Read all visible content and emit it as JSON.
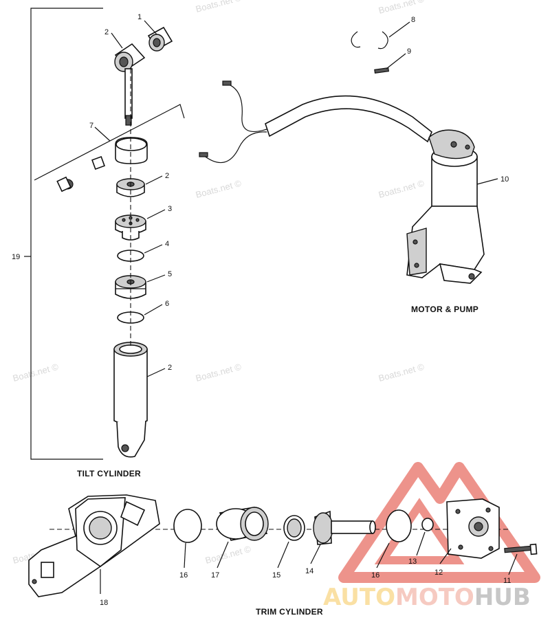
{
  "watermark_text": "Boats.net ©",
  "section_labels": {
    "tilt": "TILT CYLINDER",
    "motor": "MOTOR & PUMP",
    "trim": "TRIM CYLINDER"
  },
  "callouts": {
    "c1": "1",
    "c2a": "2",
    "c7": "7",
    "c2b": "2",
    "c3": "3",
    "c4": "4",
    "c5": "5",
    "c6": "6",
    "c2c": "2",
    "c19": "19",
    "c8": "8",
    "c9": "9",
    "c10": "10",
    "c16a": "16",
    "c17": "17",
    "c15": "15",
    "c14": "14",
    "c16b": "16",
    "c13": "13",
    "c12": "12",
    "c11": "11",
    "c18": "18"
  },
  "brand": {
    "part1": "AUTO",
    "part2": "MOTO",
    "part3": "HUB"
  },
  "colors": {
    "logo_red": "#e03b2e",
    "logo_yellow": "#f5b81c",
    "logo_grey": "#8a8a8a",
    "watermark": "#d8d8d8"
  }
}
